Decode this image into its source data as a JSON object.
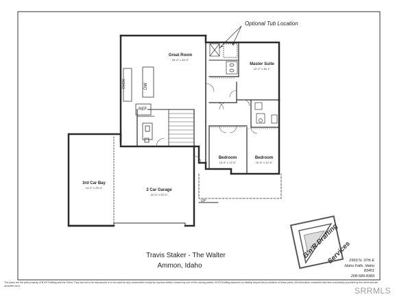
{
  "callout": {
    "optional_tub": "Optional Tub Location"
  },
  "rooms": {
    "great_room": {
      "name": "Great Room",
      "dims": "15'-0\" x 26'-0\""
    },
    "master_suite": {
      "name": "Master Suite",
      "dims": "12'-2\" x 16'-1\""
    },
    "bedroom_1": {
      "name": "Bedroom",
      "dims": "10'-5\" x 12'-0\""
    },
    "bedroom_2": {
      "name": "Bedroom",
      "dims": "10'-6\" x 12'-0\""
    },
    "third_bay": {
      "name": "3rd Car Bay",
      "dims": "14'-0\" x 25'-4\""
    },
    "garage": {
      "name": "2 Car Garage",
      "dims": "22'-6\" x 23'-0\""
    }
  },
  "fixtures": {
    "ref": "REF",
    "oven": "OVEN",
    "dw": "DW",
    "up": "UP"
  },
  "title_block": {
    "line1": "Travis Staker - The Walter",
    "line2": "Ammon, Idaho"
  },
  "company": {
    "logo_line1": "B'n'R Drafting",
    "logo_line2": "Services",
    "address1": "2993 N. 37th E",
    "address2": "Idaho Falls, Idaho",
    "address3": "83401",
    "phone": "208-589-8383"
  },
  "disclaimer": "The plans are the joint property of B'n'R Drafting and the Client. They are not to be reproduced or to be used for any construction except by express written consent by one of the owning parties. B'n'R Drafting assumes no liability beyond the production of these plans. All information contained has been exclusively provided by the client and are accepted as is.",
  "watermark": "SRRMLS"
}
